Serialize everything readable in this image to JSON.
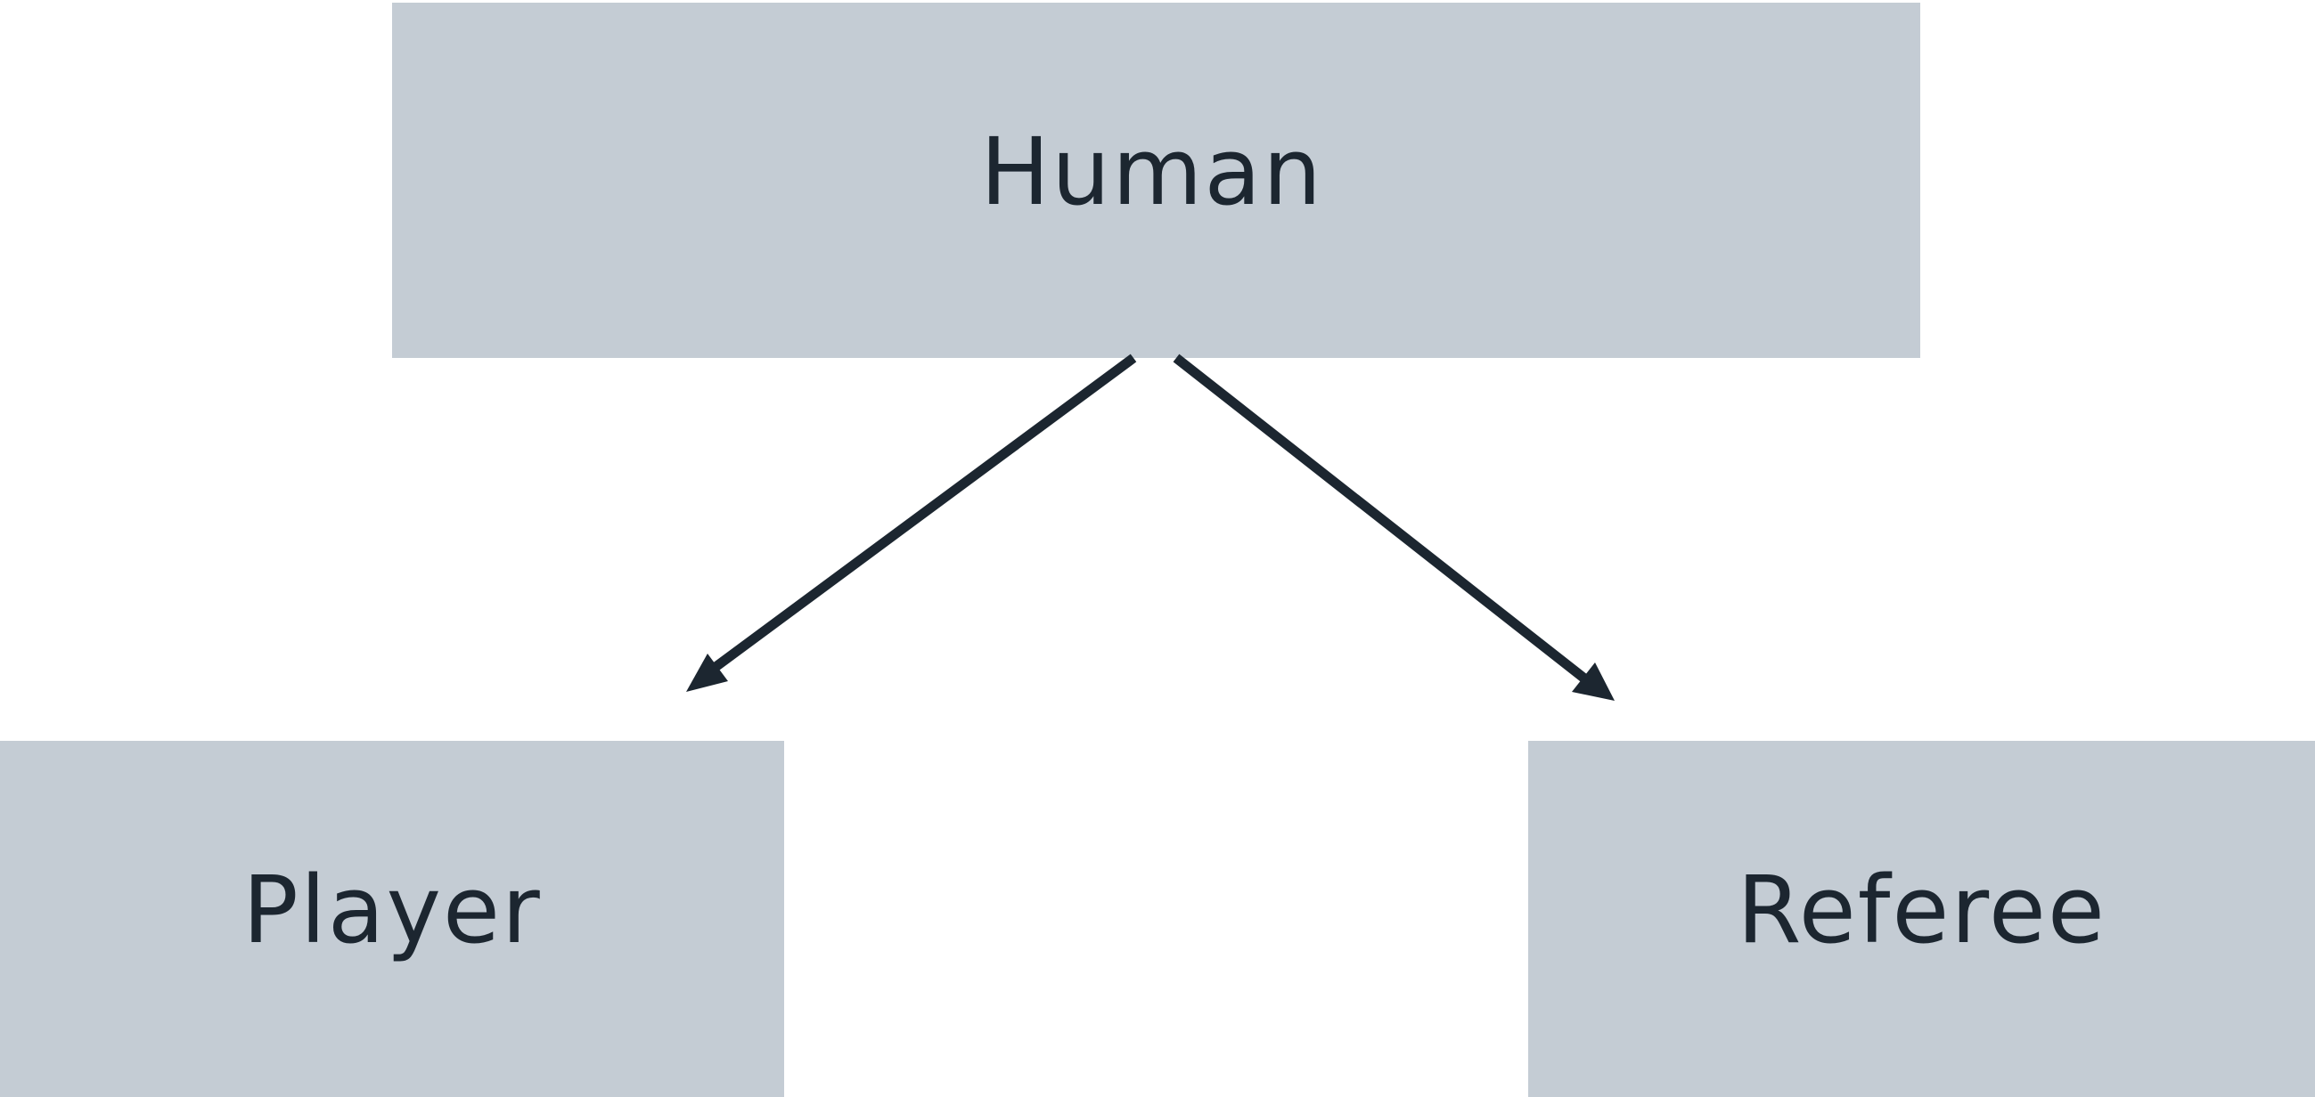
{
  "diagram": {
    "nodes": [
      {
        "id": "human",
        "label": "Human"
      },
      {
        "id": "player",
        "label": "Player"
      },
      {
        "id": "referee",
        "label": "Referee"
      }
    ],
    "edges": [
      {
        "from": "human",
        "to": "player"
      },
      {
        "from": "human",
        "to": "referee"
      }
    ],
    "colors": {
      "node_fill": "#c4ccd4",
      "text": "#1c2630",
      "edge": "#1c2630",
      "background": "#ffffff"
    }
  }
}
